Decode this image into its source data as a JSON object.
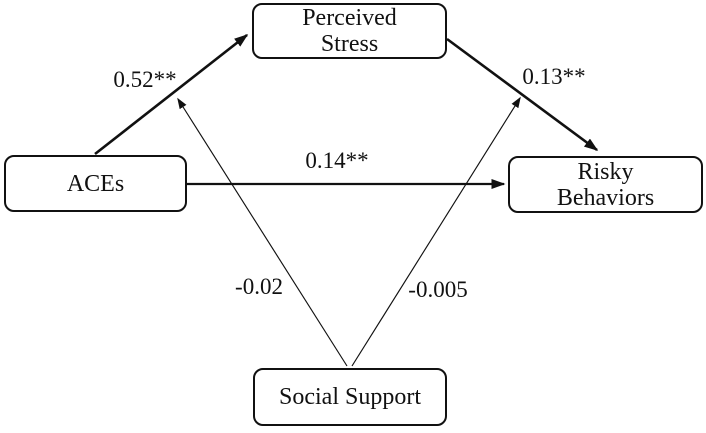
{
  "figure": {
    "type": "path-model-diagram",
    "background_color": "#ffffff",
    "line_color": "#111111",
    "text_color": "#111111"
  },
  "diagram": {
    "nodes": {
      "aces": {
        "label": "ACEs",
        "lines": [
          "ACEs"
        ]
      },
      "perceived_stress": {
        "label": "Perceived Stress",
        "lines": [
          "Perceived",
          "Stress"
        ]
      },
      "risky_behaviors": {
        "label": "Risky Behaviors",
        "lines": [
          "Risky",
          "Behaviors"
        ]
      },
      "social_support": {
        "label": "Social Support",
        "lines": [
          "Social Support"
        ]
      }
    },
    "paths": [
      {
        "from": "ACEs",
        "to": "Perceived Stress",
        "coefficient": "0.52**",
        "style": "thick"
      },
      {
        "from": "Perceived Stress",
        "to": "Risky Behaviors",
        "coefficient": "0.13**",
        "style": "thick"
      },
      {
        "from": "ACEs",
        "to": "Risky Behaviors",
        "coefficient": "0.14**",
        "style": "thick"
      },
      {
        "from": "Social Support",
        "to": "ACEs-Perceived Stress path",
        "coefficient": "-0.02",
        "style": "thin"
      },
      {
        "from": "Social Support",
        "to": "Perceived Stress-Risky Behaviors path",
        "coefficient": "-0.005",
        "style": "thin"
      }
    ]
  }
}
